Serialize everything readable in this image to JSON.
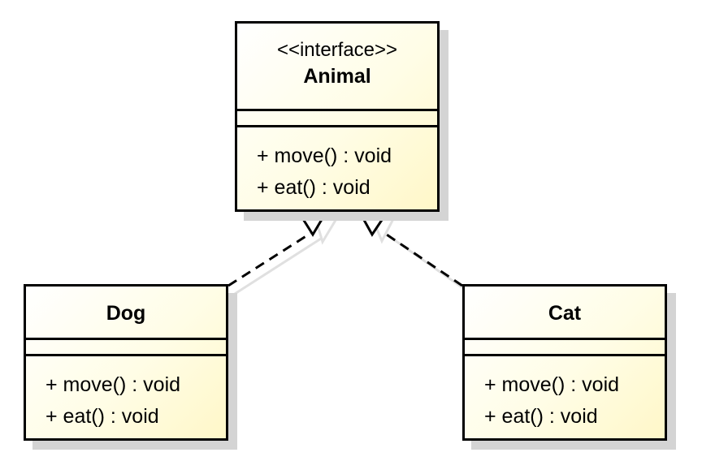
{
  "diagram": {
    "type": "uml-class",
    "classes": [
      {
        "id": "animal",
        "stereotype": "<<interface>>",
        "name": "Animal",
        "operations": [
          "+ move() : void",
          "+ eat() : void"
        ]
      },
      {
        "id": "dog",
        "stereotype": "",
        "name": "Dog",
        "operations": [
          "+ move() : void",
          "+ eat() : void"
        ]
      },
      {
        "id": "cat",
        "stereotype": "",
        "name": "Cat",
        "operations": [
          "+ move() : void",
          "+ eat() : void"
        ]
      }
    ],
    "relations": [
      {
        "type": "realization",
        "from": "Dog",
        "to": "Animal"
      },
      {
        "type": "realization",
        "from": "Cat",
        "to": "Animal"
      }
    ],
    "colors": {
      "class_fill": "#fff7c8",
      "border": "#000000",
      "shadow": "#d4d4d4"
    }
  }
}
